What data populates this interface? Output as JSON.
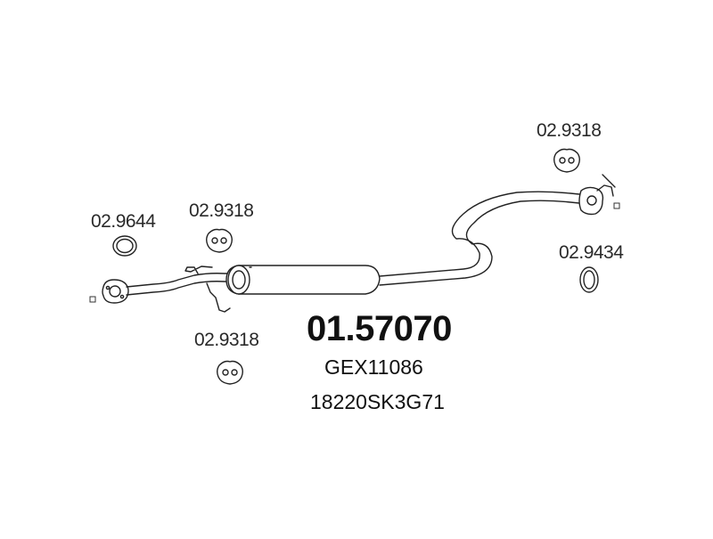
{
  "diagram": {
    "main_part_number": "01.57070",
    "cross_refs": [
      "GEX11086",
      "18220SK3G71"
    ],
    "accessories": [
      {
        "id": "ring-left",
        "code": "02.9644",
        "kind": "seal-ring"
      },
      {
        "id": "hanger-top-left",
        "code": "02.9318",
        "kind": "rubber-hanger"
      },
      {
        "id": "hanger-bottom",
        "code": "02.9318",
        "kind": "rubber-hanger"
      },
      {
        "id": "hanger-top-right",
        "code": "02.9318",
        "kind": "rubber-hanger"
      },
      {
        "id": "ring-right",
        "code": "02.9434",
        "kind": "seal-ring"
      }
    ],
    "colors": {
      "line": "#222222",
      "text": "#2a2a2a",
      "background": "#ffffff"
    }
  }
}
